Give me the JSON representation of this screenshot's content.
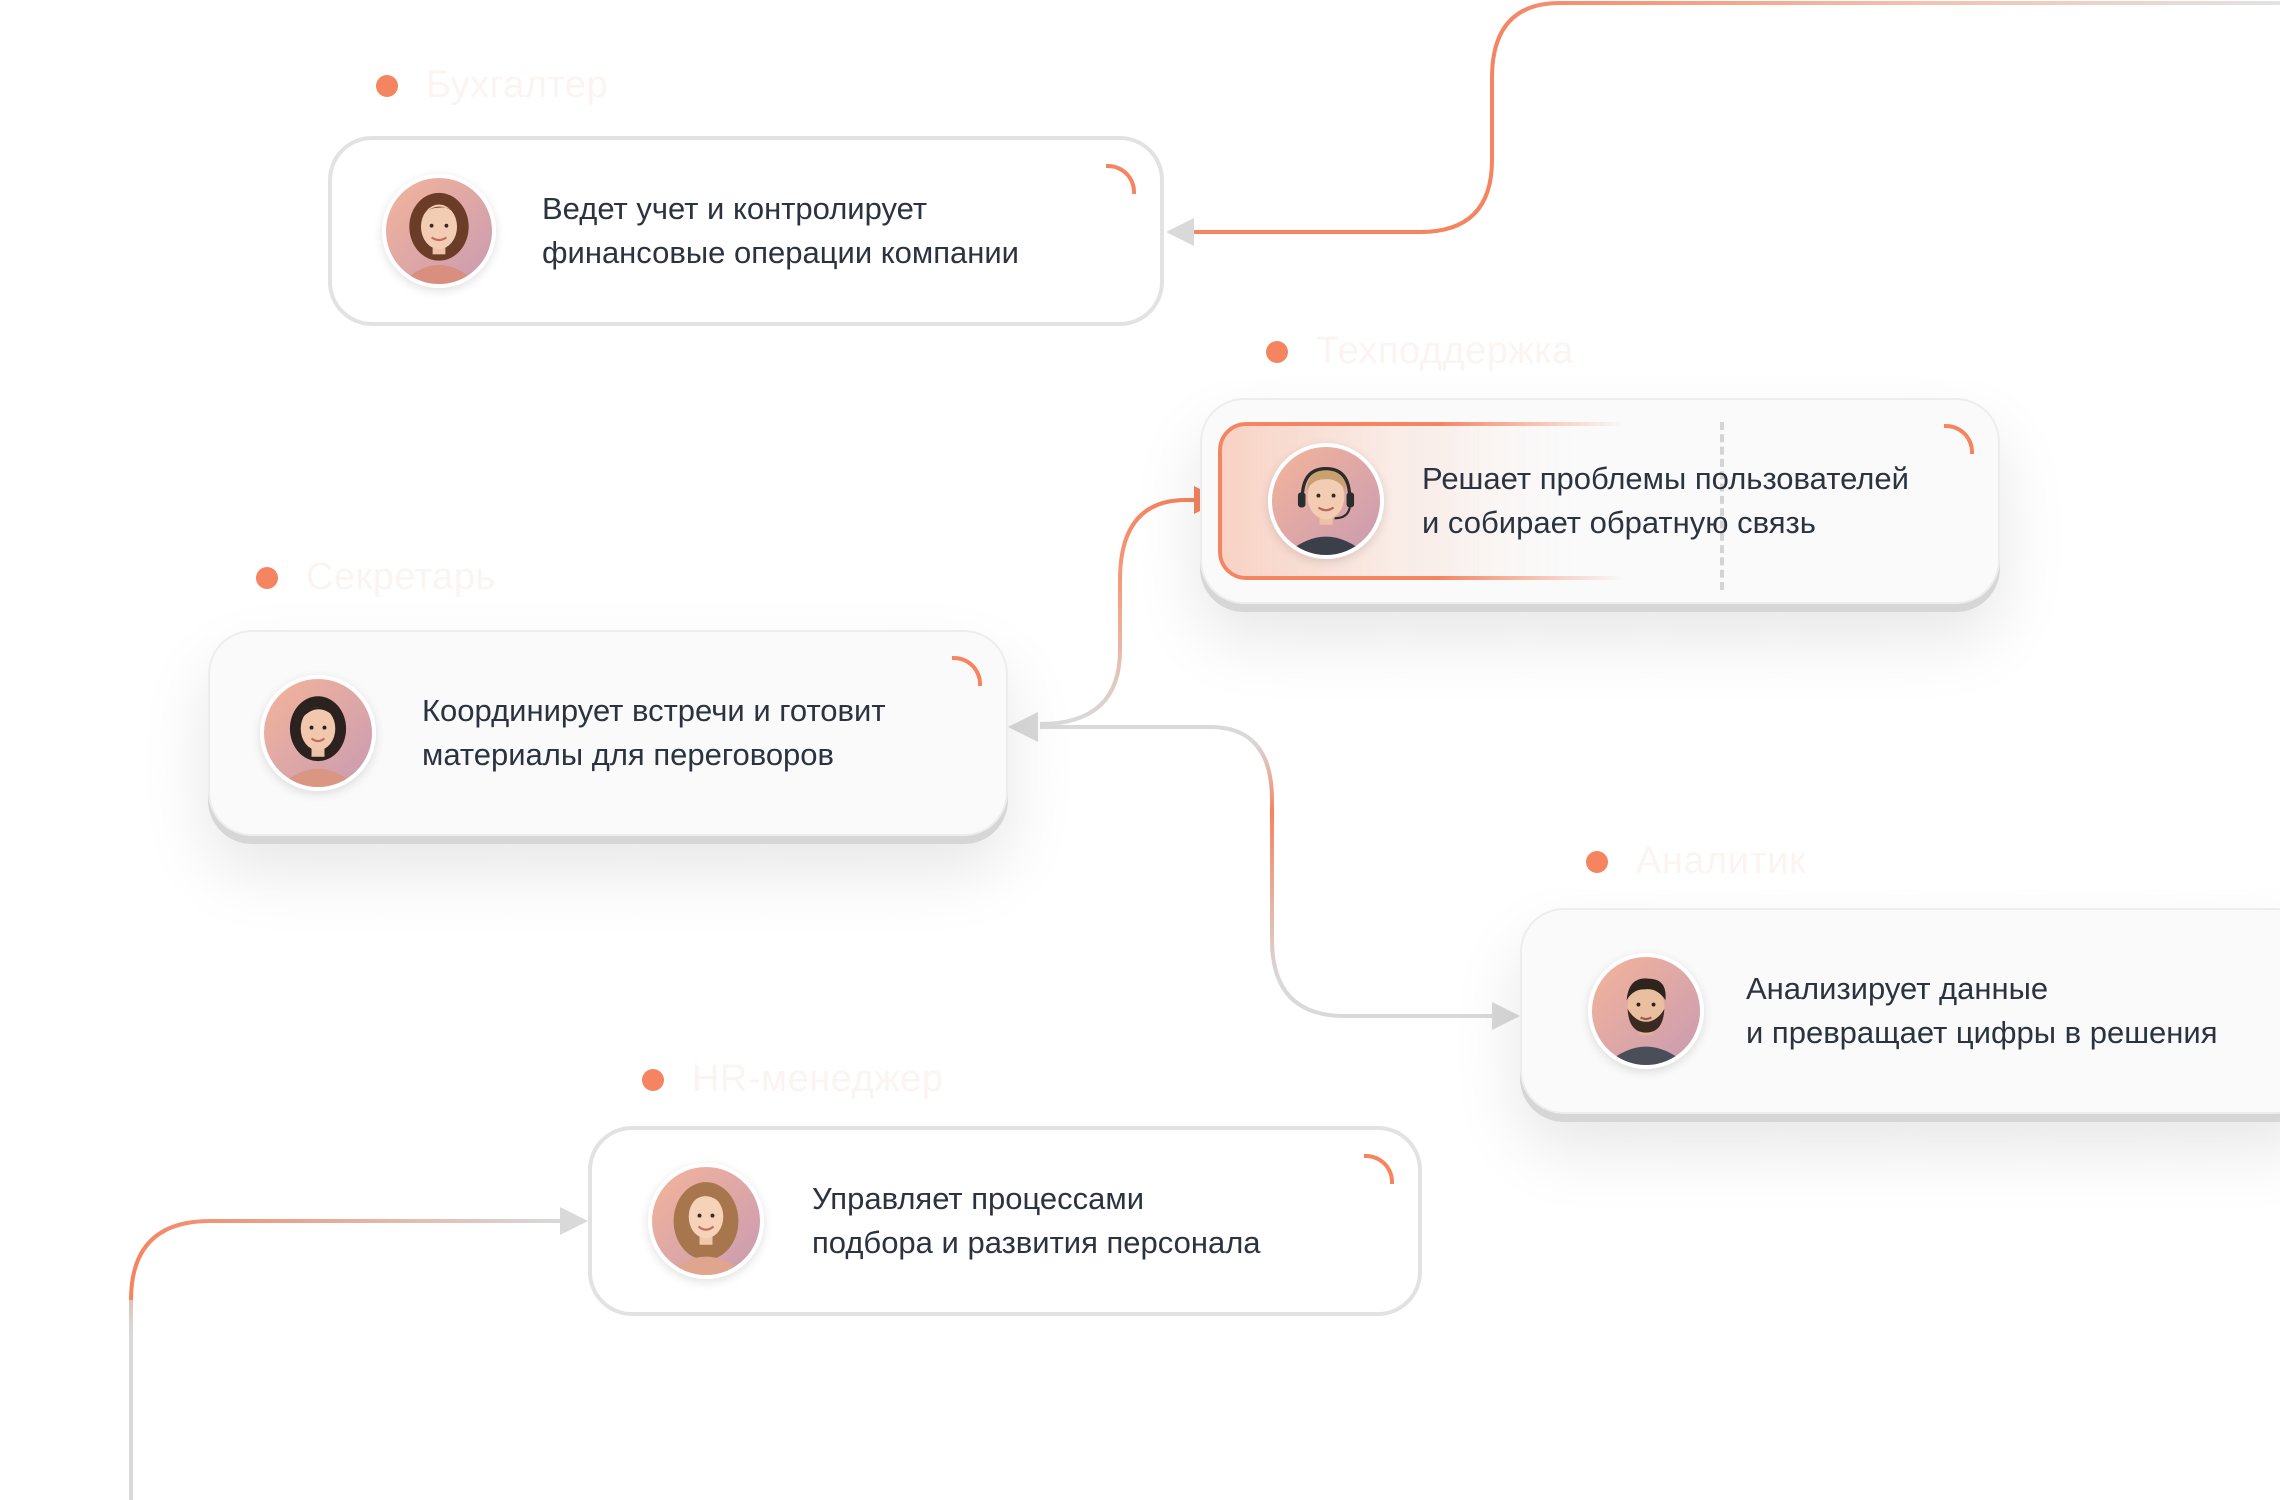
{
  "colors": {
    "accent": "#f58461",
    "connector": "#d9d9d9",
    "text": "#2b3340",
    "label": "#fbf4f0"
  },
  "roles": [
    {
      "id": "accountant",
      "label": "Бухгалтер",
      "desc": [
        "Ведет учет и контролирует",
        "финансовые операции компании"
      ],
      "avatar": "female-avatar-icon"
    },
    {
      "id": "support",
      "label": "Техподдержка",
      "desc": [
        "Решает проблемы пользователей",
        "и собирает обратную связь"
      ],
      "avatar": "male-headset-avatar-icon",
      "active": true
    },
    {
      "id": "secretary",
      "label": "Секретарь",
      "desc": [
        "Координирует встречи и готовит",
        "материалы для переговоров"
      ],
      "avatar": "female-avatar-icon"
    },
    {
      "id": "analyst",
      "label": "Аналитик",
      "desc": [
        "Анализирует данные",
        "и превращает цифры в решения"
      ],
      "avatar": "bearded-male-avatar-icon"
    },
    {
      "id": "hr",
      "label": "HR-менеджер",
      "desc": [
        "Управляет процессами",
        "подбора и развития персонала"
      ],
      "avatar": "female-avatar-icon"
    }
  ]
}
